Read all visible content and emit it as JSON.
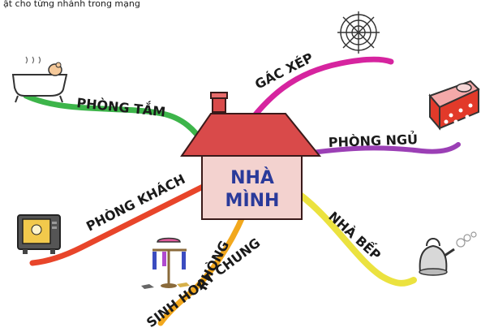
{
  "top_caption": "ật cho từng nhánh trong mạng",
  "center": {
    "line1": "NHÀ",
    "line2": "MÌNH"
  },
  "branches": [
    {
      "id": "gac-xep",
      "label": "GÁC XÉP",
      "color": "#d6249f",
      "icon": "spider-web-icon"
    },
    {
      "id": "phong-tam",
      "label": "PHÒNG TẮM",
      "color": "#3db54a",
      "icon": "bathtub-icon"
    },
    {
      "id": "phong-ngu",
      "label": "PHÒNG NGỦ",
      "color": "#9b3fb5",
      "icon": "bed-icon"
    },
    {
      "id": "phong-khach",
      "label": "PHÒNG KHÁCH",
      "color": "#e8452a",
      "icon": "television-icon"
    },
    {
      "id": "nha-bep",
      "label": "NHÀ BẾP",
      "color": "#e8e03a",
      "icon": "kettle-icon"
    },
    {
      "id": "phong-sinh-hoat-chung",
      "label_line1": "PHÒNG",
      "label_line2": "SINH HOẠT CHUNG",
      "color": "#f2a81d",
      "icon": "clothes-rack-icon"
    }
  ],
  "colors": {
    "roof": "#d94a4a",
    "house_body": "#f3d2cf",
    "chimney": "#d94a4a",
    "title": "#2a3a9a"
  }
}
